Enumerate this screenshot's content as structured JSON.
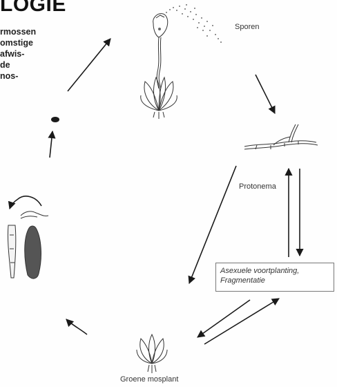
{
  "heading": "LOGIE",
  "side_text": [
    "rmossen",
    "omstige",
    "afwis-",
    "de",
    "nos-"
  ],
  "labels": {
    "sporen": "Sporen",
    "protonema": "Protonema",
    "groene_mosplant": "Groene mosplant"
  },
  "reproduction_box": {
    "line1": "Asexuele voortplanting,",
    "line2": "Fragmentatie"
  },
  "colors": {
    "ink": "#1a1a1a",
    "sketch": "#333333",
    "background": "#fefefe"
  }
}
